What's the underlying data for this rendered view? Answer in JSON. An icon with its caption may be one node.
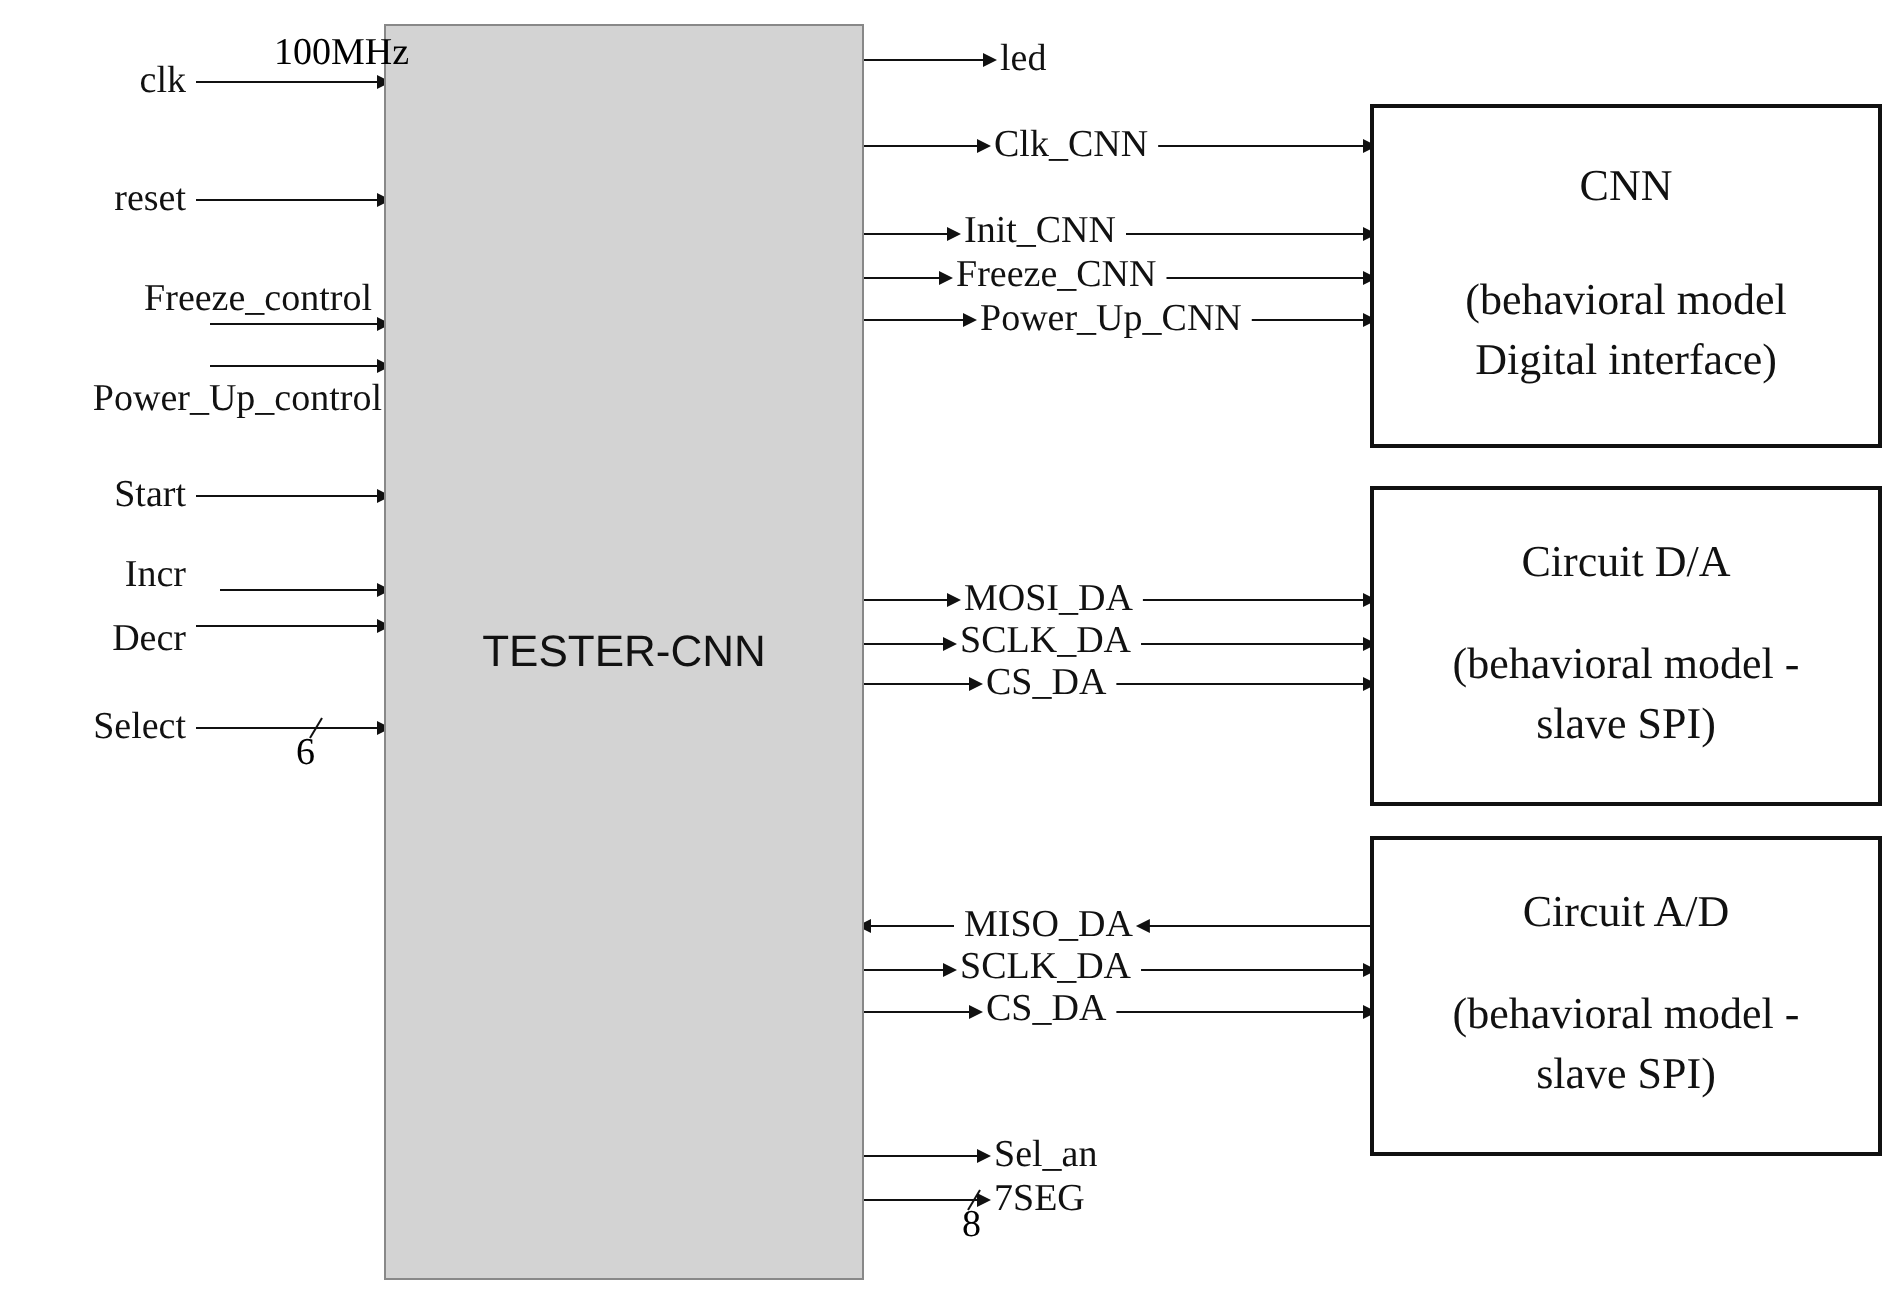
{
  "diagram": {
    "nodes": [
      {
        "text": [
          "TESTER-CNN"
        ]
      },
      {
        "text": [
          "clk"
        ]
      },
      {
        "text": [
          "reset"
        ]
      },
      {
        "text": [
          "Freeze_control"
        ]
      },
      {
        "text": [
          "Power_Up_control"
        ]
      },
      {
        "text": [
          "Start"
        ]
      },
      {
        "text": [
          "Incr"
        ]
      },
      {
        "text": [
          "Decr"
        ]
      },
      {
        "text": [
          "Select"
        ]
      },
      {
        "text": [
          "led"
        ]
      },
      {
        "text": [
          "Clk_CNN"
        ]
      },
      {
        "text": [
          "Init_CNN"
        ]
      },
      {
        "text": [
          "Freeze_CNN"
        ]
      },
      {
        "text": [
          "Power_Up_CNN"
        ]
      },
      {
        "text": [
          "CNN",
          "(behavioral model Digital interface)"
        ]
      },
      {
        "text": [
          "MOSI_DA"
        ]
      },
      {
        "text": [
          "SCLK_DA"
        ]
      },
      {
        "text": [
          "CS_DA"
        ]
      },
      {
        "text": [
          "Circuit D/A",
          "(behavioral model - slave SPI)"
        ]
      },
      {
        "text": [
          "MISO_DA"
        ]
      },
      {
        "text": [
          "SCLK_DA"
        ]
      },
      {
        "text": [
          "CS_DA"
        ]
      },
      {
        "text": [
          "Circuit A/D",
          "(behavioral model - slave SPI)"
        ]
      },
      {
        "text": [
          "Sel_an"
        ]
      },
      {
        "text": [
          "7SEG"
        ]
      }
    ],
    "edges": [
      {
        "from": 1,
        "to": 0,
        "arrow": "to",
        "label": "100MHz"
      },
      {
        "from": 2,
        "to": 0,
        "arrow": "to"
      },
      {
        "from": 3,
        "to": 0,
        "arrow": "to"
      },
      {
        "from": 4,
        "to": 0,
        "arrow": "to"
      },
      {
        "from": 5,
        "to": 0,
        "arrow": "to"
      },
      {
        "from": 6,
        "to": 0,
        "arrow": "to"
      },
      {
        "from": 7,
        "to": 0,
        "arrow": "to"
      },
      {
        "from": 8,
        "to": 0,
        "arrow": "to"
      },
      {
        "from": 0,
        "to": 9,
        "arrow": "to"
      },
      {
        "from": 0,
        "to": 10,
        "arrow": "to"
      },
      {
        "from": 10,
        "to": 14,
        "arrow": "to"
      },
      {
        "from": 0,
        "to": 11,
        "arrow": "to"
      },
      {
        "from": 11,
        "to": 14,
        "arrow": "to"
      },
      {
        "from": 0,
        "to": 12,
        "arrow": "to"
      },
      {
        "from": 12,
        "to": 14,
        "arrow": "to"
      },
      {
        "from": 0,
        "to": 13,
        "arrow": "to"
      },
      {
        "from": 13,
        "to": 14,
        "arrow": "to"
      },
      {
        "from": 0,
        "to": 15,
        "arrow": "to"
      },
      {
        "from": 15,
        "to": 18,
        "arrow": "to"
      },
      {
        "from": 0,
        "to": 16,
        "arrow": "to"
      },
      {
        "from": 16,
        "to": 18,
        "arrow": "to"
      },
      {
        "from": 0,
        "to": 17,
        "arrow": "to"
      },
      {
        "from": 17,
        "to": 18,
        "arrow": "to"
      },
      {
        "from": 22,
        "to": 19,
        "arrow": "to"
      },
      {
        "from": 19,
        "to": 0,
        "arrow": "to"
      },
      {
        "from": 0,
        "to": 20,
        "arrow": "to"
      },
      {
        "from": 20,
        "to": 22,
        "arrow": "to"
      },
      {
        "from": 0,
        "to": 21,
        "arrow": "to"
      },
      {
        "from": 21,
        "to": 22,
        "arrow": "to"
      },
      {
        "from": 0,
        "to": 23,
        "arrow": "to"
      },
      {
        "from": 0,
        "to": 24,
        "arrow": "to"
      }
    ],
    "labels": [
      "6",
      "8"
    ]
  }
}
